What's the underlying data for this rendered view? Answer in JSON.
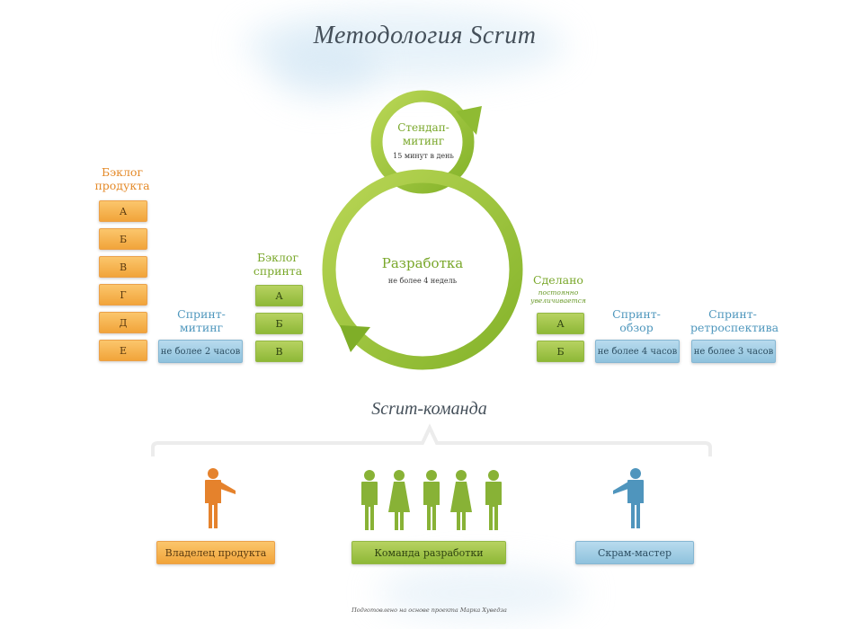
{
  "title": "Методология Scrum",
  "product_backlog": {
    "label": "Бэклог продукта",
    "items": [
      "А",
      "Б",
      "В",
      "Г",
      "Д",
      "Е"
    ]
  },
  "sprint_planning": {
    "label": "Спринт-митинг",
    "duration": "не более 2 часов"
  },
  "sprint_backlog": {
    "label": "Бэклог спринта",
    "items": [
      "А",
      "Б",
      "В"
    ]
  },
  "standup": {
    "label": "Стендап-митинг",
    "duration": "15 минут в день"
  },
  "development": {
    "label": "Разработка",
    "duration": "не более 4 недель"
  },
  "done": {
    "label": "Сделано",
    "note": "постоянно увеличивается",
    "items": [
      "А",
      "Б"
    ]
  },
  "sprint_review": {
    "label": "Спринт-обзор",
    "duration": "не более 4 часов"
  },
  "sprint_retro": {
    "label": "Спринт-ретроспектива",
    "duration": "не более 3 часов"
  },
  "team": {
    "title": "Scrum-команда",
    "product_owner": "Владелец продукта",
    "dev_team": "Команда разработки",
    "scrum_master": "Скрам-мастер"
  },
  "footer": "Подготовлено на основе проекта Марка Хуведза",
  "colors": {
    "orange": "#f1a43a",
    "green": "#8eb837",
    "blue": "#8fc2dd",
    "title": "#45505a"
  }
}
